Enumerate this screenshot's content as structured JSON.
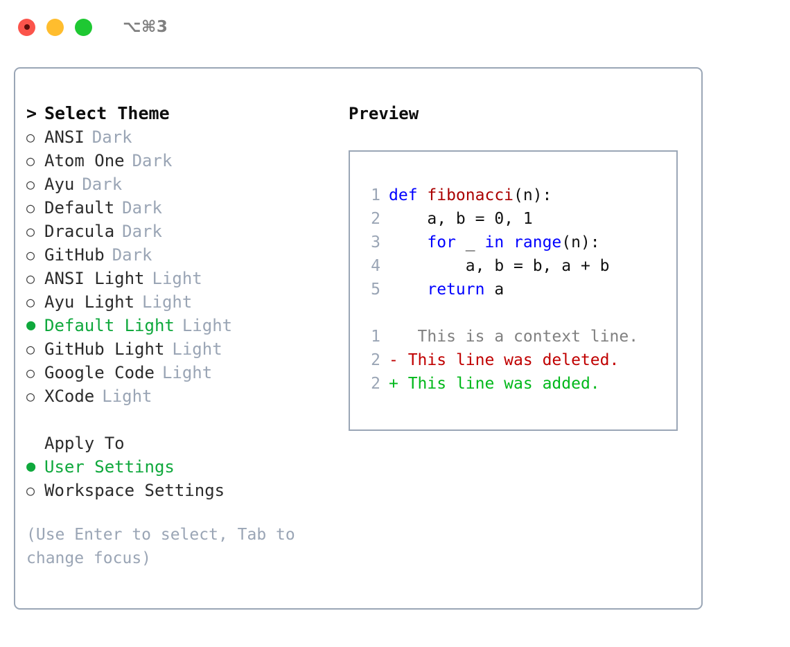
{
  "titlebar": {
    "shortcut": "⌥⌘3",
    "buttons": [
      {
        "name": "close",
        "color": "#fb544b"
      },
      {
        "name": "minimize",
        "color": "#ffbd2e"
      },
      {
        "name": "zoom",
        "color": "#1ec832"
      }
    ]
  },
  "theme_list": {
    "header_caret": ">",
    "header": "Select Theme",
    "marker_unselected": "○",
    "marker_selected": "●",
    "items": [
      {
        "label": "ANSI",
        "tag": "Dark",
        "selected": false
      },
      {
        "label": "Atom One",
        "tag": "Dark",
        "selected": false
      },
      {
        "label": "Ayu",
        "tag": "Dark",
        "selected": false
      },
      {
        "label": "Default",
        "tag": "Dark",
        "selected": false
      },
      {
        "label": "Dracula",
        "tag": "Dark",
        "selected": false
      },
      {
        "label": "GitHub",
        "tag": "Dark",
        "selected": false
      },
      {
        "label": "ANSI Light",
        "tag": "Light",
        "selected": false
      },
      {
        "label": "Ayu Light",
        "tag": "Light",
        "selected": false
      },
      {
        "label": "Default Light",
        "tag": "Light",
        "selected": true
      },
      {
        "label": "GitHub Light",
        "tag": "Light",
        "selected": false
      },
      {
        "label": "Google Code",
        "tag": "Light",
        "selected": false
      },
      {
        "label": "XCode",
        "tag": "Light",
        "selected": false
      }
    ]
  },
  "apply_to": {
    "label": "Apply To",
    "items": [
      {
        "label": "User Settings",
        "selected": true
      },
      {
        "label": "Workspace Settings",
        "selected": false
      }
    ]
  },
  "hint": "(Use Enter to select, Tab to change focus)",
  "preview": {
    "title": "Preview",
    "code_lines": [
      {
        "number": "1",
        "segments": [
          {
            "text": "def ",
            "kind": "kw"
          },
          {
            "text": "fibonacci",
            "kind": "fn"
          },
          {
            "text": "(n):",
            "kind": "txt"
          }
        ]
      },
      {
        "number": "2",
        "segments": [
          {
            "text": "    a, b = 0, 1",
            "kind": "txt"
          }
        ]
      },
      {
        "number": "3",
        "segments": [
          {
            "text": "    ",
            "kind": "txt"
          },
          {
            "text": "for",
            "kind": "kw"
          },
          {
            "text": " _ ",
            "kind": "txt"
          },
          {
            "text": "in range",
            "kind": "kw"
          },
          {
            "text": "(n):",
            "kind": "txt"
          }
        ]
      },
      {
        "number": "4",
        "segments": [
          {
            "text": "        a, b = b, a + b",
            "kind": "txt"
          }
        ]
      },
      {
        "number": "5",
        "segments": [
          {
            "text": "    return",
            "kind": "kw"
          },
          {
            "text": " a",
            "kind": "txt"
          }
        ]
      }
    ],
    "diff_lines": [
      {
        "number": "1",
        "marker": " ",
        "text": "  This is a context line.",
        "kind": "ctx"
      },
      {
        "number": "2",
        "marker": "-",
        "text": " This line was deleted.",
        "kind": "del"
      },
      {
        "number": "2",
        "marker": "+",
        "text": " This line was added.",
        "kind": "add"
      }
    ]
  },
  "colors": {
    "accent_green": "#0fa83c",
    "border": "#9aa6b6",
    "muted": "#9aa5b5",
    "keyword": "#0000ff",
    "function": "#aa0000",
    "diff_deleted": "#c00000",
    "diff_added": "#00b81a"
  }
}
